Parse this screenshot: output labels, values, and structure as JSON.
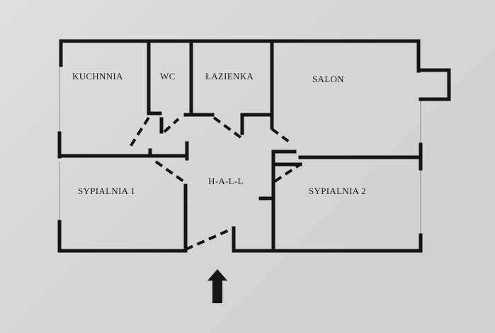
{
  "rooms": {
    "kitchen": "KUCHNNIA",
    "wc": "WC",
    "bathroom": "ŁAZIENKA",
    "living_room": "SALON",
    "bedroom_1": "SYPIALNIA 1",
    "hall": "H-A-L-L",
    "bedroom_2": "SYPIALNIA 2"
  },
  "entrance_arrow_icon": "up-arrow-icon",
  "colors": {
    "paper": "#d8d8d8",
    "walls": "#151515"
  }
}
